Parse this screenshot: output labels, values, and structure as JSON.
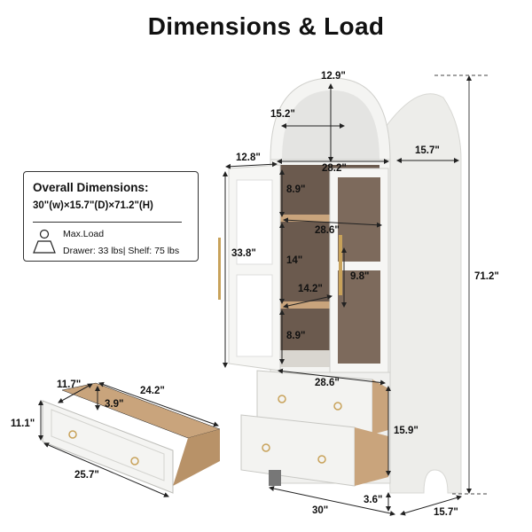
{
  "header": {
    "title": "Dimensions & Load"
  },
  "info_box": {
    "heading": "Overall Dimensions:",
    "overall": "30\"(w)×15.7\"(D)×71.2\"(H)",
    "max_load_label": "Max.Load",
    "load_values": "Drawer: 33 lbs| Shelf: 75 lbs",
    "icon": "weight-icon"
  },
  "cabinet": {
    "arch_inner_height": "12.9\"",
    "arch_inner_width": "15.2\"",
    "top_depth": "15.7\"",
    "open_door_width": "12.8\"",
    "inner_width_top": "28.2\"",
    "top_compartment_height": "8.9\"",
    "shelf_width": "28.6\"",
    "door_height": "33.8\"",
    "middle_compartment_height": "14\"",
    "handle_length": "9.8\"",
    "shelf_depth": "14.2\"",
    "bottom_compartment_height": "8.9\"",
    "base_width": "28.6\"",
    "drawer_section_height": "15.9\"",
    "leg_height": "3.6\"",
    "total_width": "30\"",
    "total_depth": "15.7\"",
    "total_height": "71.2\""
  },
  "drawer": {
    "inner_depth": "11.7\"",
    "inner_length": "24.2\"",
    "inner_height": "3.9\"",
    "front_height": "11.1\"",
    "front_width": "25.7\""
  },
  "colors": {
    "cabinet": "#f4f4f2",
    "wood": "#c9a47c",
    "dark_interior": "#6b5a4e",
    "handle": "#c8a25a",
    "line": "#222222"
  }
}
